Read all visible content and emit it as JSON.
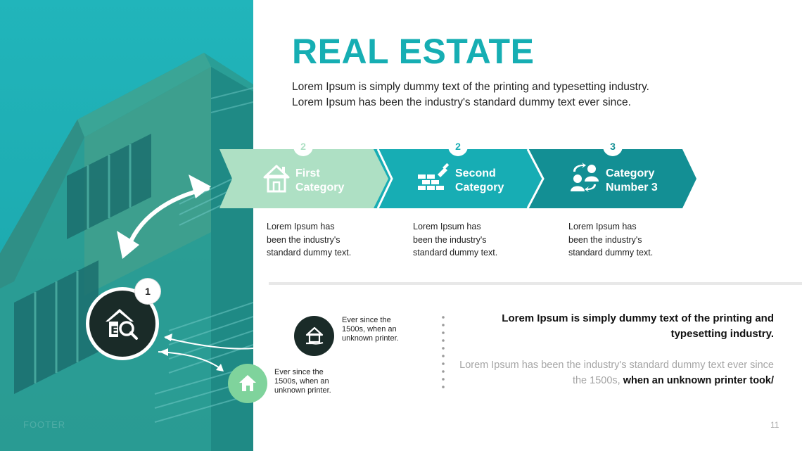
{
  "slide": {
    "title": "REAL ESTATE",
    "intro_line1": "Lorem Ipsum is simply dummy text of the printing and typesetting industry.",
    "intro_line2": "Lorem Ipsum has been the industry's standard dummy text ever since.",
    "footer": "FOOTER",
    "page_number": "11"
  },
  "colors": {
    "accent": "#16aeb3",
    "light_green": "#aee0c4",
    "teal": "#17adb4",
    "dark_teal": "#138f94",
    "dark_circle": "#1a2b28",
    "green_circle": "#7fd39c"
  },
  "categories": [
    {
      "number": "2",
      "line1": "First",
      "line2": "Category",
      "icon": "house-icon",
      "desc1": "Lorem Ipsum has",
      "desc2": "been the industry's",
      "desc3": "standard dummy text."
    },
    {
      "number": "2",
      "line1": "Second",
      "line2": "Category",
      "icon": "bricks-trowel-icon",
      "desc1": "Lorem Ipsum has",
      "desc2": "been the industry's",
      "desc3": "standard dummy text."
    },
    {
      "number": "3",
      "line1": "Category",
      "line2": "Number 3",
      "icon": "people-exchange-icon",
      "desc1": "Lorem Ipsum has",
      "desc2": "been the industry's",
      "desc3": "standard dummy text."
    }
  ],
  "main_badge": {
    "number": "1",
    "icon": "house-search-icon"
  },
  "notes": [
    {
      "icon": "house-hand-icon",
      "line1": "Ever since the",
      "line2": "1500s, when an",
      "line3": "unknown printer."
    },
    {
      "icon": "house-icon",
      "line1": "Ever since the",
      "line2": "1500s, when an",
      "line3": "unknown printer."
    }
  ],
  "bold_paragraph": "Lorem Ipsum is simply dummy text of the printing and typesetting industry.",
  "light_paragraph_start": "Lorem Ipsum has been the industry's standard dummy text ever since the 1500s, ",
  "light_paragraph_bold": "when an unknown printer took/"
}
